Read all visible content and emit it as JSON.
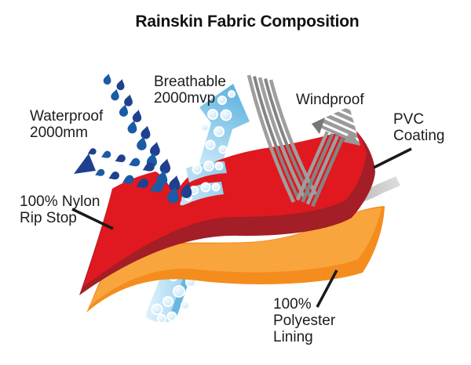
{
  "title": "Rainskin Fabric Composition",
  "labels": {
    "waterproof": "Waterproof\n2000mm",
    "breathable": "Breathable\n2000mvp",
    "windproof": "Windproof",
    "pvc_coating": "PVC\nCoating",
    "nylon_ripstop": "100% Nylon\nRip Stop",
    "polyester_lining": "100%\nPolyester\nLining"
  },
  "icons": {
    "raindrop_arrow": "arrow of rain droplets deflecting off fabric",
    "breathable_arrow": "light blue vapor arrow with bubbles rising through fabric",
    "wind_stripes": "gray wind streaks bouncing off fabric as arrow",
    "pvc_band": "gray coating band under outer fabric",
    "red_layer": "red nylon rip stop outer fabric",
    "orange_layer": "orange polyester lining fabric"
  },
  "colors": {
    "background": "#ffffff",
    "ink": "#1c1c1c",
    "red": "#e0181f",
    "red_dark": "#a31e26",
    "orange": "#f9a53e",
    "orange_dark": "#f48c1e",
    "droplet_blue": "#1a5ba6",
    "droplet_navy": "#20408f",
    "breathable_light": "#cdeaf9",
    "breathable_deep": "#5fb2e0",
    "wind_gray": "#9e9e9e",
    "wind_gray_dark": "#848484",
    "pvc_gray": "#c4c4c4"
  }
}
